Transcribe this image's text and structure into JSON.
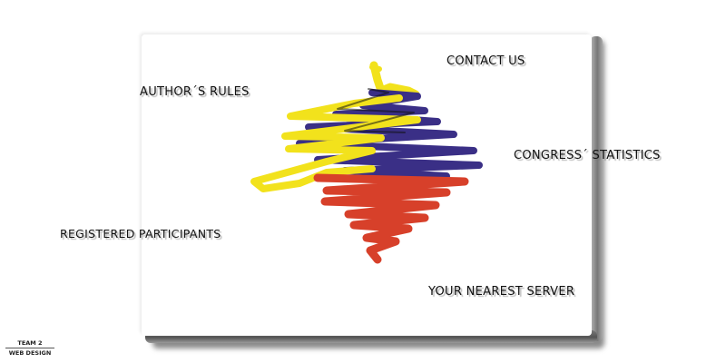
{
  "nav": {
    "contact": "CONTACT US",
    "rules": "AUTHOR´S  RULES",
    "stats": "CONGRESS´ STATISTICS",
    "participants": "REGISTERED PARTICIPANTS",
    "server": "YOUR NEAREST SERVER"
  },
  "badge": {
    "line1": "TEAM 2",
    "line2": "WEB DESIGN"
  },
  "logo": {
    "icon": "scribble-flag-logo",
    "colors": {
      "yellow": "#f2e21c",
      "blue": "#3a2f86",
      "red": "#d7402a"
    }
  }
}
